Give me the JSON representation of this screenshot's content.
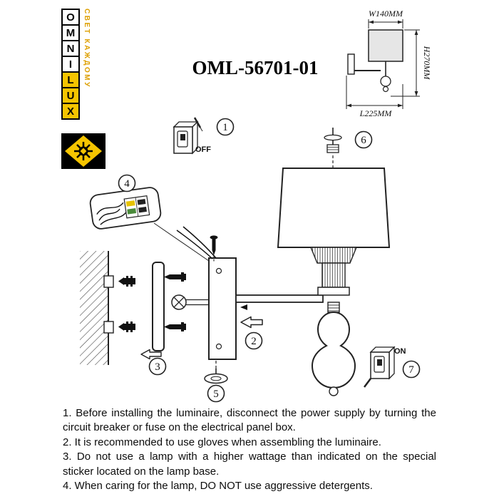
{
  "title": "OML-56701-01",
  "logo": {
    "letters": [
      "O",
      "M",
      "N",
      "I",
      "L",
      "U",
      "X"
    ],
    "tagline": "СВЕТ КАЖДОМУ",
    "brand_black": "#000000",
    "brand_yellow": "#f5c400",
    "tagline_color": "#dd9f00"
  },
  "dimensions": {
    "width": "W140MM",
    "height": "H270MM",
    "length": "L225MM"
  },
  "steps": [
    "1",
    "2",
    "3",
    "4",
    "5",
    "6",
    "7"
  ],
  "switch": {
    "off_label": "OFF",
    "on_label": "ON"
  },
  "instructions": [
    "1. Before installing the luminaire, disconnect the power supply by turning the circuit breaker or fuse on the electrical panel box.",
    "2. It is recommended to use gloves when assembling the luminaire.",
    "3. Do not use a lamp with a higher wattage than indicated on the special sticker located on the lamp base.",
    "4. When caring for the lamp, DO NOT use aggressive detergents."
  ]
}
